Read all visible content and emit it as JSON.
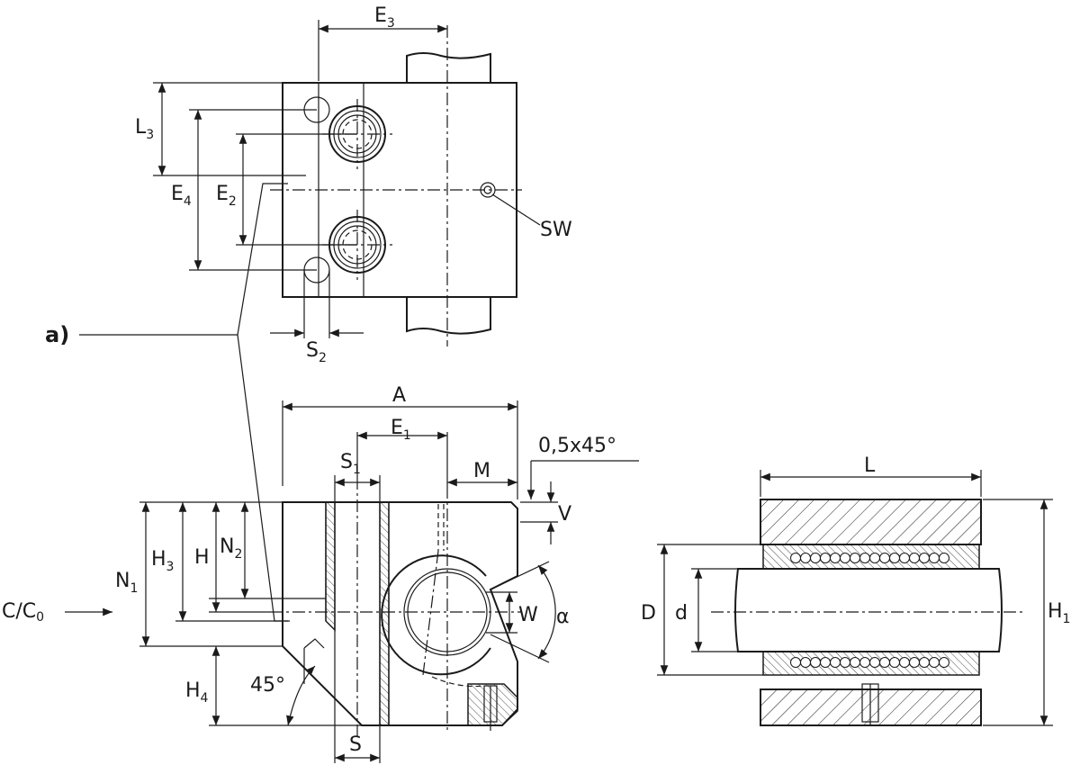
{
  "labels": {
    "E3": {
      "main": "E",
      "sub": "3"
    },
    "L3": {
      "main": "L",
      "sub": "3"
    },
    "E4": {
      "main": "E",
      "sub": "4"
    },
    "E2": {
      "main": "E",
      "sub": "2"
    },
    "SW": {
      "main": "SW",
      "sub": ""
    },
    "a": {
      "main": "a)",
      "sub": ""
    },
    "S2": {
      "main": "S",
      "sub": "2"
    },
    "A": {
      "main": "A",
      "sub": ""
    },
    "E1": {
      "main": "E",
      "sub": "1"
    },
    "chamfer": {
      "main": "0,5x45°",
      "sub": ""
    },
    "S1": {
      "main": "S",
      "sub": "1"
    },
    "M": {
      "main": "M",
      "sub": ""
    },
    "V": {
      "main": "V",
      "sub": ""
    },
    "H3": {
      "main": "H",
      "sub": "3"
    },
    "H": {
      "main": "H",
      "sub": ""
    },
    "N2": {
      "main": "N",
      "sub": "2"
    },
    "N1": {
      "main": "N",
      "sub": "1"
    },
    "C": {
      "main": "C/C",
      "sub": "0"
    },
    "W": {
      "main": "W",
      "sub": ""
    },
    "alpha": {
      "main": "α",
      "sub": ""
    },
    "H4": {
      "main": "H",
      "sub": "4"
    },
    "angle45": {
      "main": "45°",
      "sub": ""
    },
    "S": {
      "main": "S",
      "sub": ""
    },
    "L": {
      "main": "L",
      "sub": ""
    },
    "D": {
      "main": "D",
      "sub": ""
    },
    "d": {
      "main": "d",
      "sub": ""
    },
    "H1": {
      "main": "H",
      "sub": "1"
    }
  }
}
